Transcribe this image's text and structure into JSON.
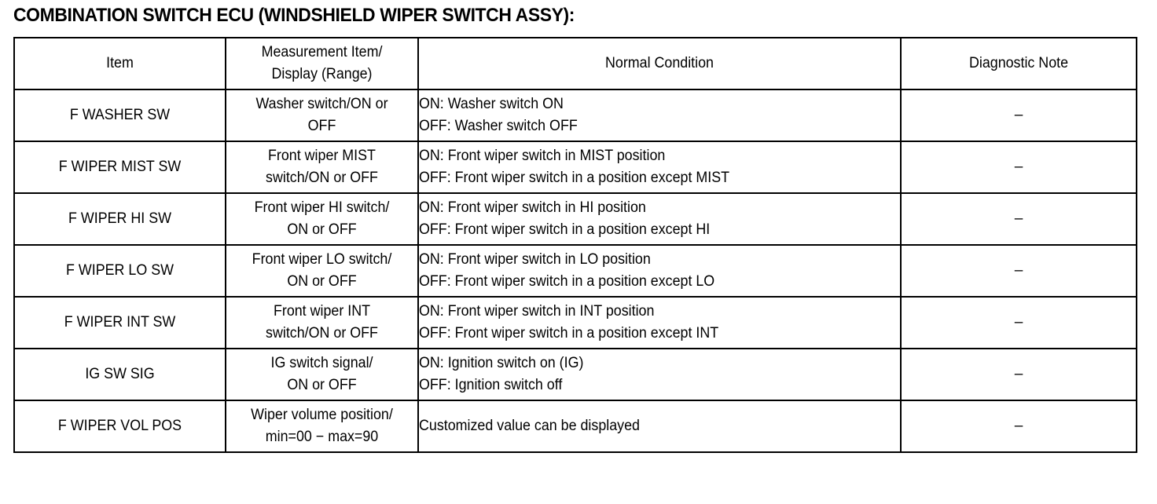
{
  "page_title": "COMBINATION SWITCH ECU (WINDSHIELD WIPER SWITCH ASSY):",
  "table": {
    "headers": {
      "item": "Item",
      "measurement_line1": "Measurement Item/",
      "measurement_line2": "Display (Range)",
      "normal_condition": "Normal Condition",
      "diagnostic_note": "Diagnostic Note"
    },
    "rows": [
      {
        "item": "F WASHER SW",
        "measurement_line1": "Washer switch/ON or",
        "measurement_line2": "OFF",
        "condition_line1": "ON: Washer switch ON",
        "condition_line2": "OFF: Washer switch OFF",
        "note": "–"
      },
      {
        "item": "F WIPER MIST SW",
        "measurement_line1": "Front wiper MIST",
        "measurement_line2": "switch/ON or OFF",
        "condition_line1": "ON: Front wiper switch in MIST position",
        "condition_line2": "OFF: Front wiper switch in a position except MIST",
        "note": "–"
      },
      {
        "item": "F WIPER HI SW",
        "measurement_line1": "Front wiper HI switch/",
        "measurement_line2": "ON or OFF",
        "condition_line1": "ON: Front wiper switch in HI position",
        "condition_line2": "OFF: Front wiper switch in a position except HI",
        "note": "–"
      },
      {
        "item": "F WIPER LO SW",
        "measurement_line1": "Front wiper LO switch/",
        "measurement_line2": "ON or OFF",
        "condition_line1": "ON: Front wiper switch in LO position",
        "condition_line2": "OFF: Front wiper switch in a position except LO",
        "note": "–"
      },
      {
        "item": "F WIPER INT SW",
        "measurement_line1": "Front wiper INT",
        "measurement_line2": "switch/ON or OFF",
        "condition_line1": "ON: Front wiper switch in INT position",
        "condition_line2": "OFF: Front wiper switch in a position except INT",
        "note": "–"
      },
      {
        "item": "IG SW SIG",
        "measurement_line1": "IG switch signal/",
        "measurement_line2": "ON or OFF",
        "condition_line1": "ON: Ignition switch on (IG)",
        "condition_line2": "OFF: Ignition switch off",
        "note": "–"
      },
      {
        "item": "F WIPER VOL POS",
        "measurement_line1": "Wiper volume position/",
        "measurement_line2": "min=00 − max=90",
        "condition_line1": "Customized value can be displayed",
        "condition_line2": "",
        "note": "–"
      }
    ]
  }
}
